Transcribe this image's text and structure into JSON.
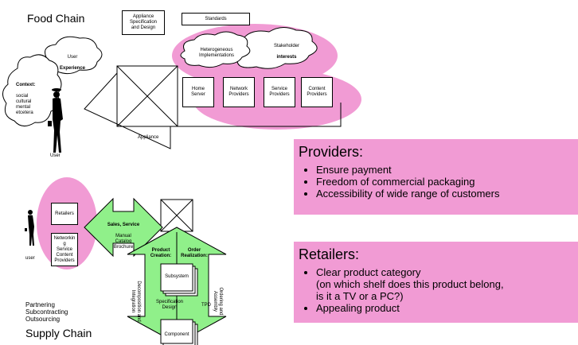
{
  "top": {
    "title": "Food Chain",
    "appliance_spec": "Appliance\nSpecification\nand Design",
    "standards": "Standards",
    "stakeholder_line1": "Stakeholder",
    "stakeholder_line2": "interests",
    "heterogeneous": "Heterogeneous\nImplementations",
    "user_exp_line1": "User",
    "user_exp_line2": "Experience",
    "context_title": "Context:",
    "context_body": "social\ncultural\nmental\netcetera",
    "user_label": "User",
    "appliance_label": "Appliance",
    "boxes": [
      "Home\nServer",
      "Network\nProviders",
      "Service\nProviders",
      "Content\nProviders"
    ]
  },
  "bottom": {
    "title": "Supply Chain",
    "retailers": "Retailers",
    "networking": "Networkin\ng\nService\nContent\nProviders",
    "user_label": "user",
    "sales_title": "Sales, Service",
    "sales_body": "Manual\nCatalog\nBrochure",
    "product_creation": "Product\nCreation:",
    "order_realization": "Order\nRealization:",
    "decomposition": "Decomposition and\nIntegration",
    "ordering": "Ordering and\nAssembly",
    "subsystem": "Subsystem",
    "specification": "Specification\nDesign",
    "tpd": "TPD",
    "component": "Component",
    "partnering": "Partnering\nSubcontracting\nOutsourcing"
  },
  "providers": {
    "heading": "Providers:",
    "items": [
      "Ensure payment",
      "Freedom of commercial packaging",
      "Accessibility of wide range of customers"
    ]
  },
  "retailers_panel": {
    "heading": "Retailers:",
    "items": [
      "Clear product category\n(on which shelf does this product belong,\nis it a TV or a PC?)",
      "Appealing product"
    ]
  },
  "colors": {
    "pink": "#f19bd4",
    "green": "#90f08a"
  }
}
